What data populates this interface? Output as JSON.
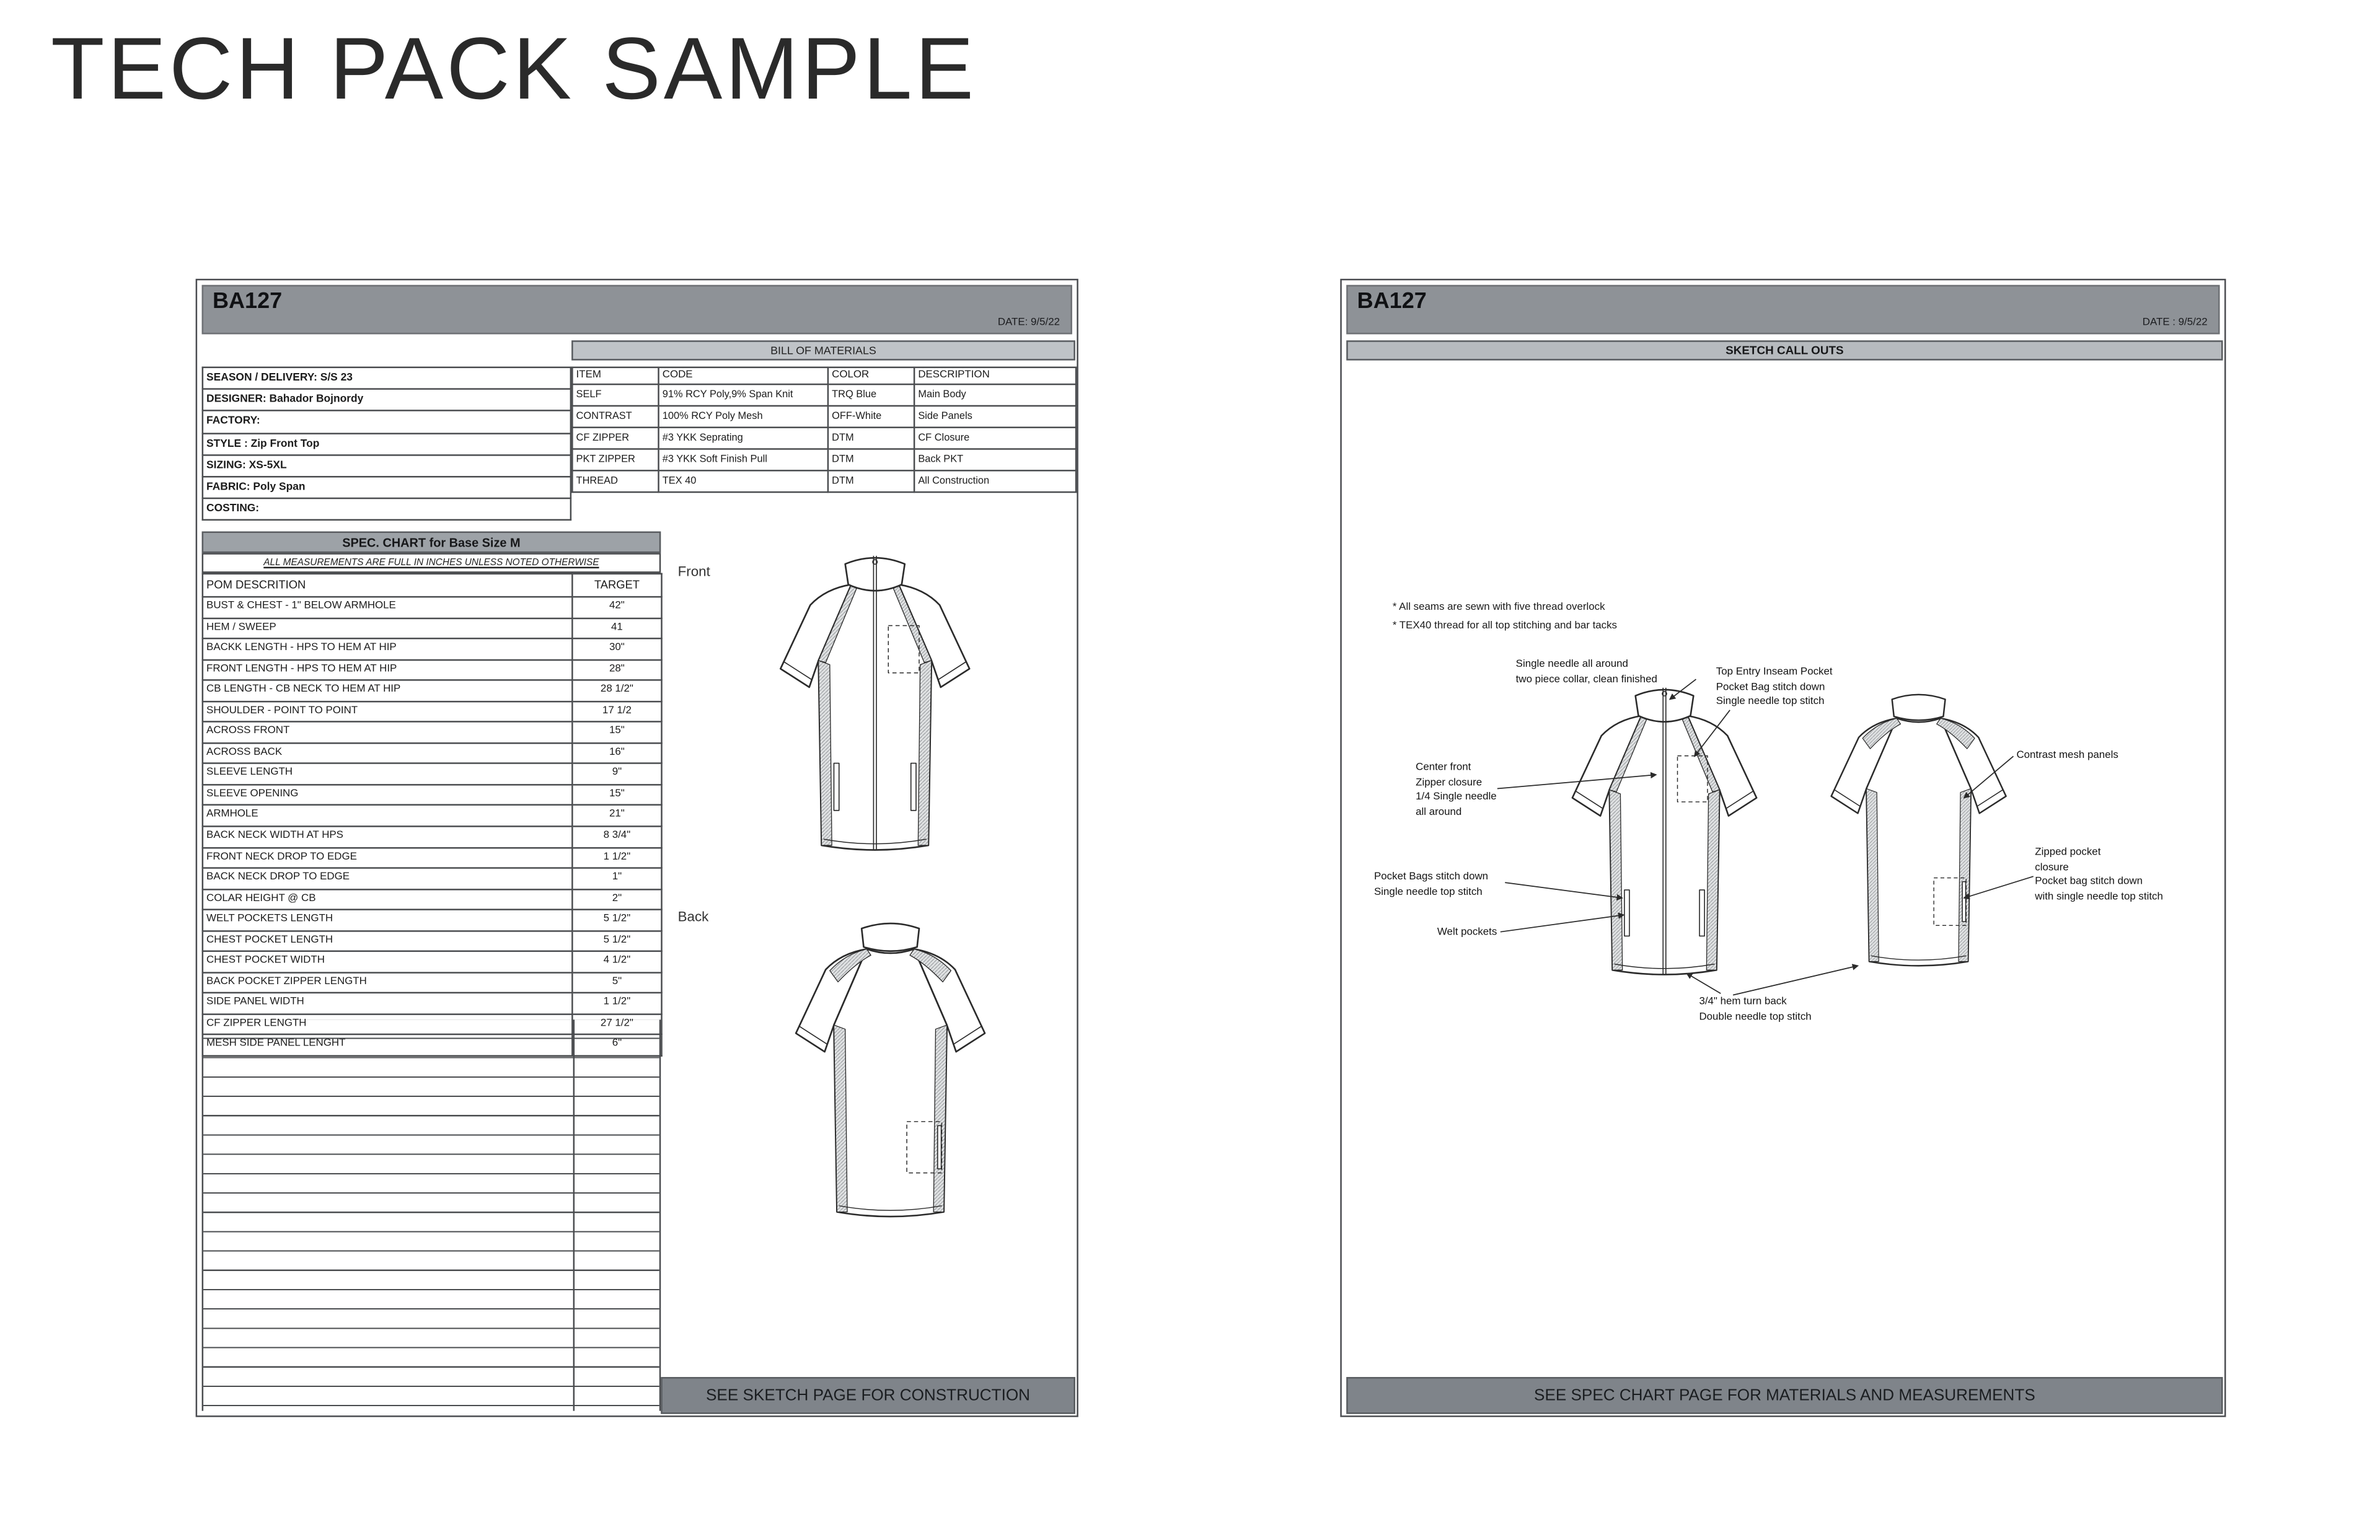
{
  "title": "TECH PACK SAMPLE",
  "colors": {
    "header_bar": "#8e9297",
    "subtitle_bar": "#bfc3c7",
    "spec_title_bar": "#9da2a7",
    "footer_bar": "#7f848a",
    "line_color": "#4a4c4f"
  },
  "spec_page": {
    "style_number": "BA127",
    "date": "DATE: 9/5/22",
    "info_rows": [
      "SEASON / DELIVERY: S/S 23",
      "DESIGNER: Bahador Bojnordy",
      "FACTORY:",
      "STYLE : Zip Front Top",
      "SIZING: XS-5XL",
      "FABRIC: Poly Span",
      "COSTING:"
    ],
    "bom": {
      "title": "BILL OF MATERIALS",
      "headers": [
        "ITEM",
        "CODE",
        "COLOR",
        "DESCRIPTION"
      ],
      "rows": [
        [
          "SELF",
          "91% RCY Poly,9% Span Knit",
          "TRQ Blue",
          "Main Body"
        ],
        [
          "CONTRAST",
          "100% RCY Poly Mesh",
          "OFF-White",
          "Side Panels"
        ],
        [
          "CF ZIPPER",
          "#3 YKK Seprating",
          "DTM",
          "CF Closure"
        ],
        [
          "PKT ZIPPER",
          "#3 YKK Soft Finish Pull",
          "DTM",
          "Back PKT"
        ],
        [
          "THREAD",
          "TEX 40",
          "DTM",
          "All Construction"
        ]
      ]
    },
    "spec_chart": {
      "title": "SPEC. CHART for Base Size M",
      "note": "ALL MEASUREMENTS ARE FULL IN INCHES UNLESS NOTED OTHERWISE",
      "headers": [
        "POM DESCRITION",
        "TARGET"
      ],
      "rows": [
        [
          "BUST & CHEST - 1\" BELOW ARMHOLE",
          "42\""
        ],
        [
          "HEM / SWEEP",
          "41"
        ],
        [
          "BACKK LENGTH - HPS TO HEM AT HIP",
          "30\""
        ],
        [
          "FRONT LENGTH - HPS TO HEM AT HIP",
          "28\""
        ],
        [
          "CB LENGTH - CB NECK TO HEM AT HIP",
          "28 1/2\""
        ],
        [
          "SHOULDER -  POINT TO POINT",
          "17 1/2"
        ],
        [
          "ACROSS FRONT",
          "15\""
        ],
        [
          "ACROSS BACK",
          "16\""
        ],
        [
          "SLEEVE LENGTH",
          "9\""
        ],
        [
          "SLEEVE OPENING",
          "15\""
        ],
        [
          "ARMHOLE",
          "21\""
        ],
        [
          "BACK NECK WIDTH AT HPS",
          "8 3/4\""
        ],
        [
          "FRONT NECK DROP TO EDGE",
          "1 1/2\""
        ],
        [
          "BACK NECK DROP TO EDGE",
          "1\""
        ],
        [
          "COLAR HEIGHT @ CB",
          "2\""
        ],
        [
          "WELT POCKETS LENGTH",
          "5 1/2\""
        ],
        [
          "CHEST POCKET LENGTH",
          "5 1/2\""
        ],
        [
          "CHEST POCKET WIDTH",
          "4 1/2\""
        ],
        [
          "BACK POCKET ZIPPER LENGTH",
          "5\""
        ],
        [
          "SIDE PANEL WIDTH",
          "1 1/2\""
        ],
        [
          "CF ZIPPER LENGTH",
          "27 1/2\""
        ],
        [
          "MESH SIDE PANEL LENGHT",
          "6\""
        ]
      ]
    },
    "front_label": "Front",
    "back_label": "Back",
    "footer": "SEE SKETCH PAGE FOR CONSTRUCTION"
  },
  "callout_page": {
    "style_number": "BA127",
    "date": "DATE : 9/5/22",
    "section_title": "SKETCH CALL OUTS",
    "construction_notes": [
      "* All seams are sewn with five thread overlock",
      "* TEX40 thread for all top stitching and bar tacks"
    ],
    "callouts": {
      "collar": "Single needle all around\ntwo piece collar, clean finished",
      "top_entry_pocket": "Top Entry Inseam Pocket\nPocket Bag stitch down\nSingle needle top stitch",
      "center_front": "Center front\nZipper closure\n1/4 Single needle\nall around",
      "pocket_bags": "Pocket Bags stitch down\nSingle needle top stitch",
      "welt_pockets": "Welt pockets",
      "mesh_panels": "Contrast mesh panels",
      "zipped_pocket": "Zipped pocket\nclosure\nPocket bag stitch down\nwith single needle top stitch",
      "hem": "3/4\" hem turn back\nDouble needle top stitch"
    },
    "footer": "SEE SPEC CHART PAGE FOR MATERIALS AND MEASUREMENTS"
  }
}
